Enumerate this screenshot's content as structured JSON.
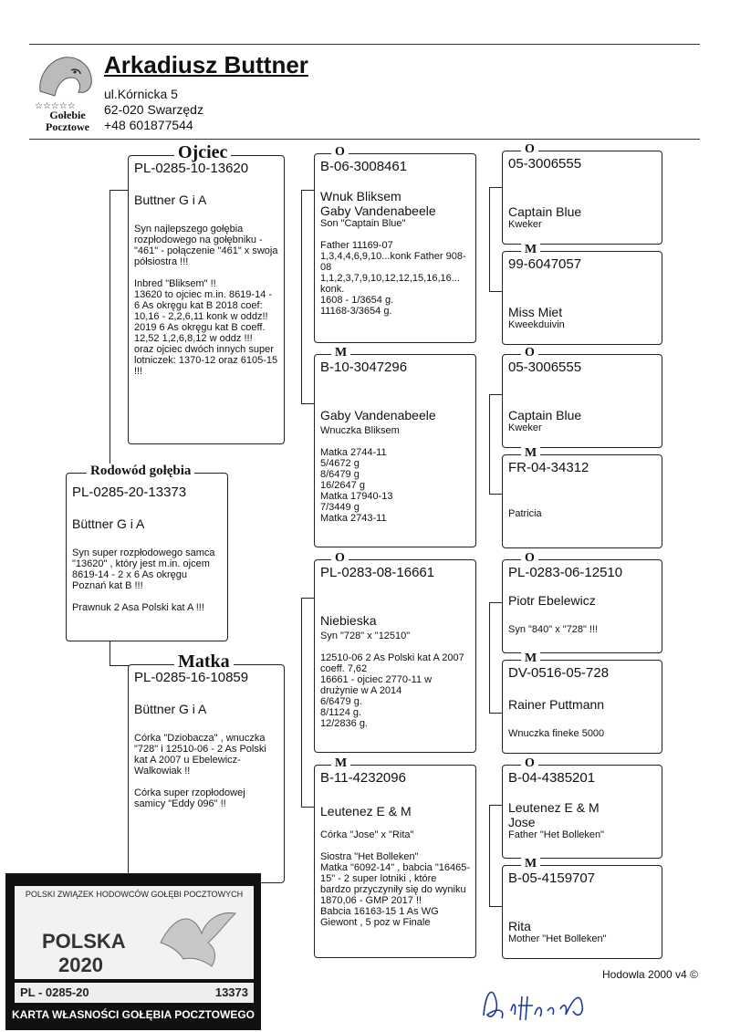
{
  "owner": {
    "name": "Arkadiusz Buttner",
    "street": "ul.Kórnicka 5",
    "city": "62-020 Swarzędz",
    "phone": "+48 601877544",
    "logo_text1": "Gołebie",
    "logo_text2": "Pocztowe"
  },
  "pigeon": {
    "label": "Rodowód gołębia",
    "ring": "PL-0285-20-13373",
    "breeder": "Büttner G i A",
    "note": "Syn super rozpłodowego samca \"13620\" , który jest m.in. ojcem 8619-14  - 2 x 6 As okręgu Poznań kat B !!!\n\nPrawnuk 2 Asa Polski kat A !!!"
  },
  "father": {
    "label": "Ojciec",
    "ring": "PL-0285-10-13620",
    "breeder": "Buttner G i A",
    "note": "Syn najlepszego gołębia rozpłodowego na gołębniku -\"461\"  - połączenie \"461\" x swoja półsiostra !!!\n\nInbred \"Bliksem\" !!\n13620 to ojciec m.in. 8619-14 - 6 As okręgu kat B 2018 coef: 10,16 -  2,2,6,11 konk w oddz!! 2019  6 As okręgu kat B coeff. 12,52     1,2,6,8,12 w oddz !!!\noraz ojciec dwóch innych super lotniczek: 1370-12  oraz 6105-15 !!!"
  },
  "mother": {
    "label": "Matka",
    "ring": "PL-0285-16-10859",
    "breeder": "Büttner G i A",
    "note": "Córka \"Dziobacza\" , wnuczka \"728\" i 12510-06  - 2 As Polski kat A 2007 u Ebelewicz-Walkowiak !!\n\nCórka super rzopłodowej samicy \"Eddy 096\" !!"
  },
  "ff": {
    "label": "O",
    "ring": "B-06-3008461",
    "name1": "Wnuk Bliksem",
    "name2": "Gaby Vandenabeele",
    "sub": "Son \"Captain Blue\"",
    "note": "Father 11169-07\n1,3,4,4,6,9,10...konk Father 908-08\n1,1,2,3,7,9,10,12,12,15,16,16... konk.\n1608 - 1/3654 g.\n11168-3/3654 g."
  },
  "fm": {
    "label": "M",
    "ring": "B-10-3047296",
    "name1": "Gaby Vandenabeele",
    "sub": "Wnuczka Bliksem",
    "note": "Matka 2744-11\n5/4672 g\n8/6479 g\n16/2647 g\nMatka 17940-13\n7/3449 g\nMatka 2743-11"
  },
  "mf": {
    "label": "O",
    "ring": "PL-0283-08-16661",
    "name1": "Niebieska",
    "sub": "Syn \"728\" x \"12510\"",
    "note": "12510-06  2 As Polski kat A 2007 coeff.  7,62\n16661 - ojciec 2770-11 w drużynie w A 2014\n6/6479 g.\n8/1124 g.\n12/2836 g."
  },
  "mm": {
    "label": "M",
    "ring": "B-11-4232096",
    "name1": "Leutenez E & M",
    "sub": "Córka \"Jose\" x \"Rita\"",
    "note": "Siostra \"Het Bolleken\"\nMatka \"6092-14\" , babcia \"16465-15\" - 2 super lotniki , które bardzo przyczyniły się do wyniku 1870,06 - GMP 2017 !!\nBabcia 16163-15  1 As WG Giewont , 5 poz w Finale"
  },
  "fff": {
    "label": "O",
    "ring": "05-3006555",
    "name": "Captain Blue",
    "sub": "Kweker"
  },
  "ffm": {
    "label": "M",
    "ring": "99-6047057",
    "name": "Miss Miet",
    "sub": "Kweekduivin"
  },
  "fmf": {
    "label": "O",
    "ring": "05-3006555",
    "name": "Captain Blue",
    "sub": "Kweker"
  },
  "fmm": {
    "label": "M",
    "ring": "FR-04-34312",
    "name": "",
    "sub": "Patricia"
  },
  "mff": {
    "label": "O",
    "ring": "PL-0283-06-12510",
    "name": "Piotr Ebelewicz",
    "sub": "Syn \"840\" x \"728\" !!!"
  },
  "mfm": {
    "label": "M",
    "ring": "DV-0516-05-728",
    "name": "Rainer Puttmann",
    "sub": "Wnuczka fineke 5000"
  },
  "mmf": {
    "label": "O",
    "ring": "B-04-4385201",
    "name": "Leutenez E & M",
    "name2": "Jose",
    "sub": "Father \"Het Bolleken\""
  },
  "mmm": {
    "label": "M",
    "ring": "B-05-4159707",
    "name": "Rita",
    "sub": "Mother \"Het Bolleken\""
  },
  "card": {
    "top": "POLSKI ZWIĄZEK HODOWCÓW GOŁĘBI POCZTOWYCH",
    "country": "POLSKA",
    "year": "2020",
    "ring_prefix": "PL - 0285-20",
    "ring_no": "13373",
    "bottom": "KARTA WŁASNOŚCI GOŁĘBIA POCZTOWEGO"
  },
  "footer": {
    "software": "Hodowla 2000 v4 ©"
  }
}
